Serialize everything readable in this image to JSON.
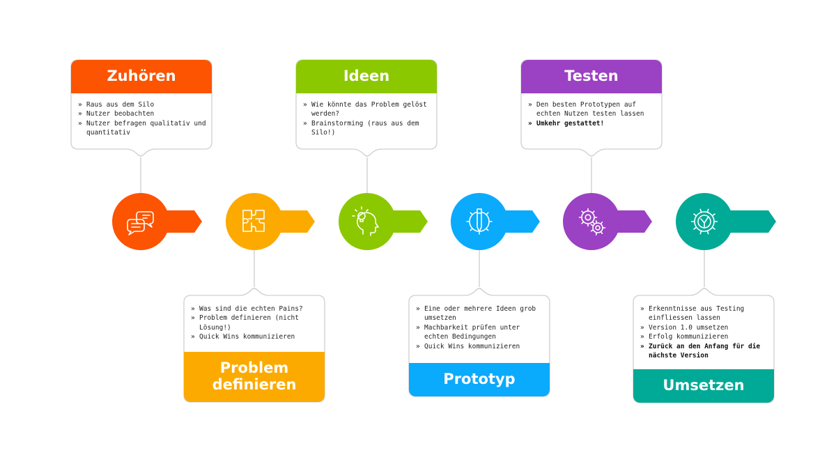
{
  "steps": [
    {
      "title": "Zuhören",
      "color": "#fc5400",
      "icon": "chat-bubbles-icon",
      "position": "top",
      "items": [
        {
          "text": "Raus aus dem Silo"
        },
        {
          "text": "Nutzer beobachten"
        },
        {
          "text": "Nutzer befragen qualitativ und quantitativ"
        }
      ]
    },
    {
      "title": "Problem definieren",
      "color": "#fcaa00",
      "icon": "puzzle-icon",
      "position": "bottom",
      "items": [
        {
          "text": "Was sind die echten Pains?"
        },
        {
          "text": "Problem definieren (nicht Lösung!)"
        },
        {
          "text": "Quick Wins kommunizieren"
        }
      ]
    },
    {
      "title": "Ideen",
      "color": "#8cc800",
      "icon": "head-lightbulb-icon",
      "position": "top",
      "items": [
        {
          "text": "Wie könnte das Problem gelöst werden?"
        },
        {
          "text": "Brainstorming (raus aus dem Silo!)"
        }
      ]
    },
    {
      "title": "Prototyp",
      "color": "#0aaafc",
      "icon": "gear-pencil-icon",
      "position": "bottom",
      "items": [
        {
          "text": "Eine oder mehrere Ideen grob umsetzen"
        },
        {
          "text": "Machbarkeit prüfen unter echten Bedingungen"
        },
        {
          "text": "Quick Wins kommunizieren"
        }
      ]
    },
    {
      "title": "Testen",
      "color": "#9b41c3",
      "icon": "gears-icon",
      "position": "top",
      "items": [
        {
          "text": "Den besten Prototypen auf echten Nutzen testen lassen"
        },
        {
          "text": "Umkehr gestattet!",
          "bold": true
        }
      ]
    },
    {
      "title": "Umsetzen",
      "color": "#00aa96",
      "icon": "gear-check-icon",
      "position": "bottom",
      "items": [
        {
          "text": "Erkenntnisse aus Testing einfliessen lassen"
        },
        {
          "text": "Version 1.0 umsetzen"
        },
        {
          "text": "Erfolg kommunizieren"
        },
        {
          "text": "Zurück an den Anfang für die nächste Version",
          "bold": true
        }
      ]
    }
  ]
}
